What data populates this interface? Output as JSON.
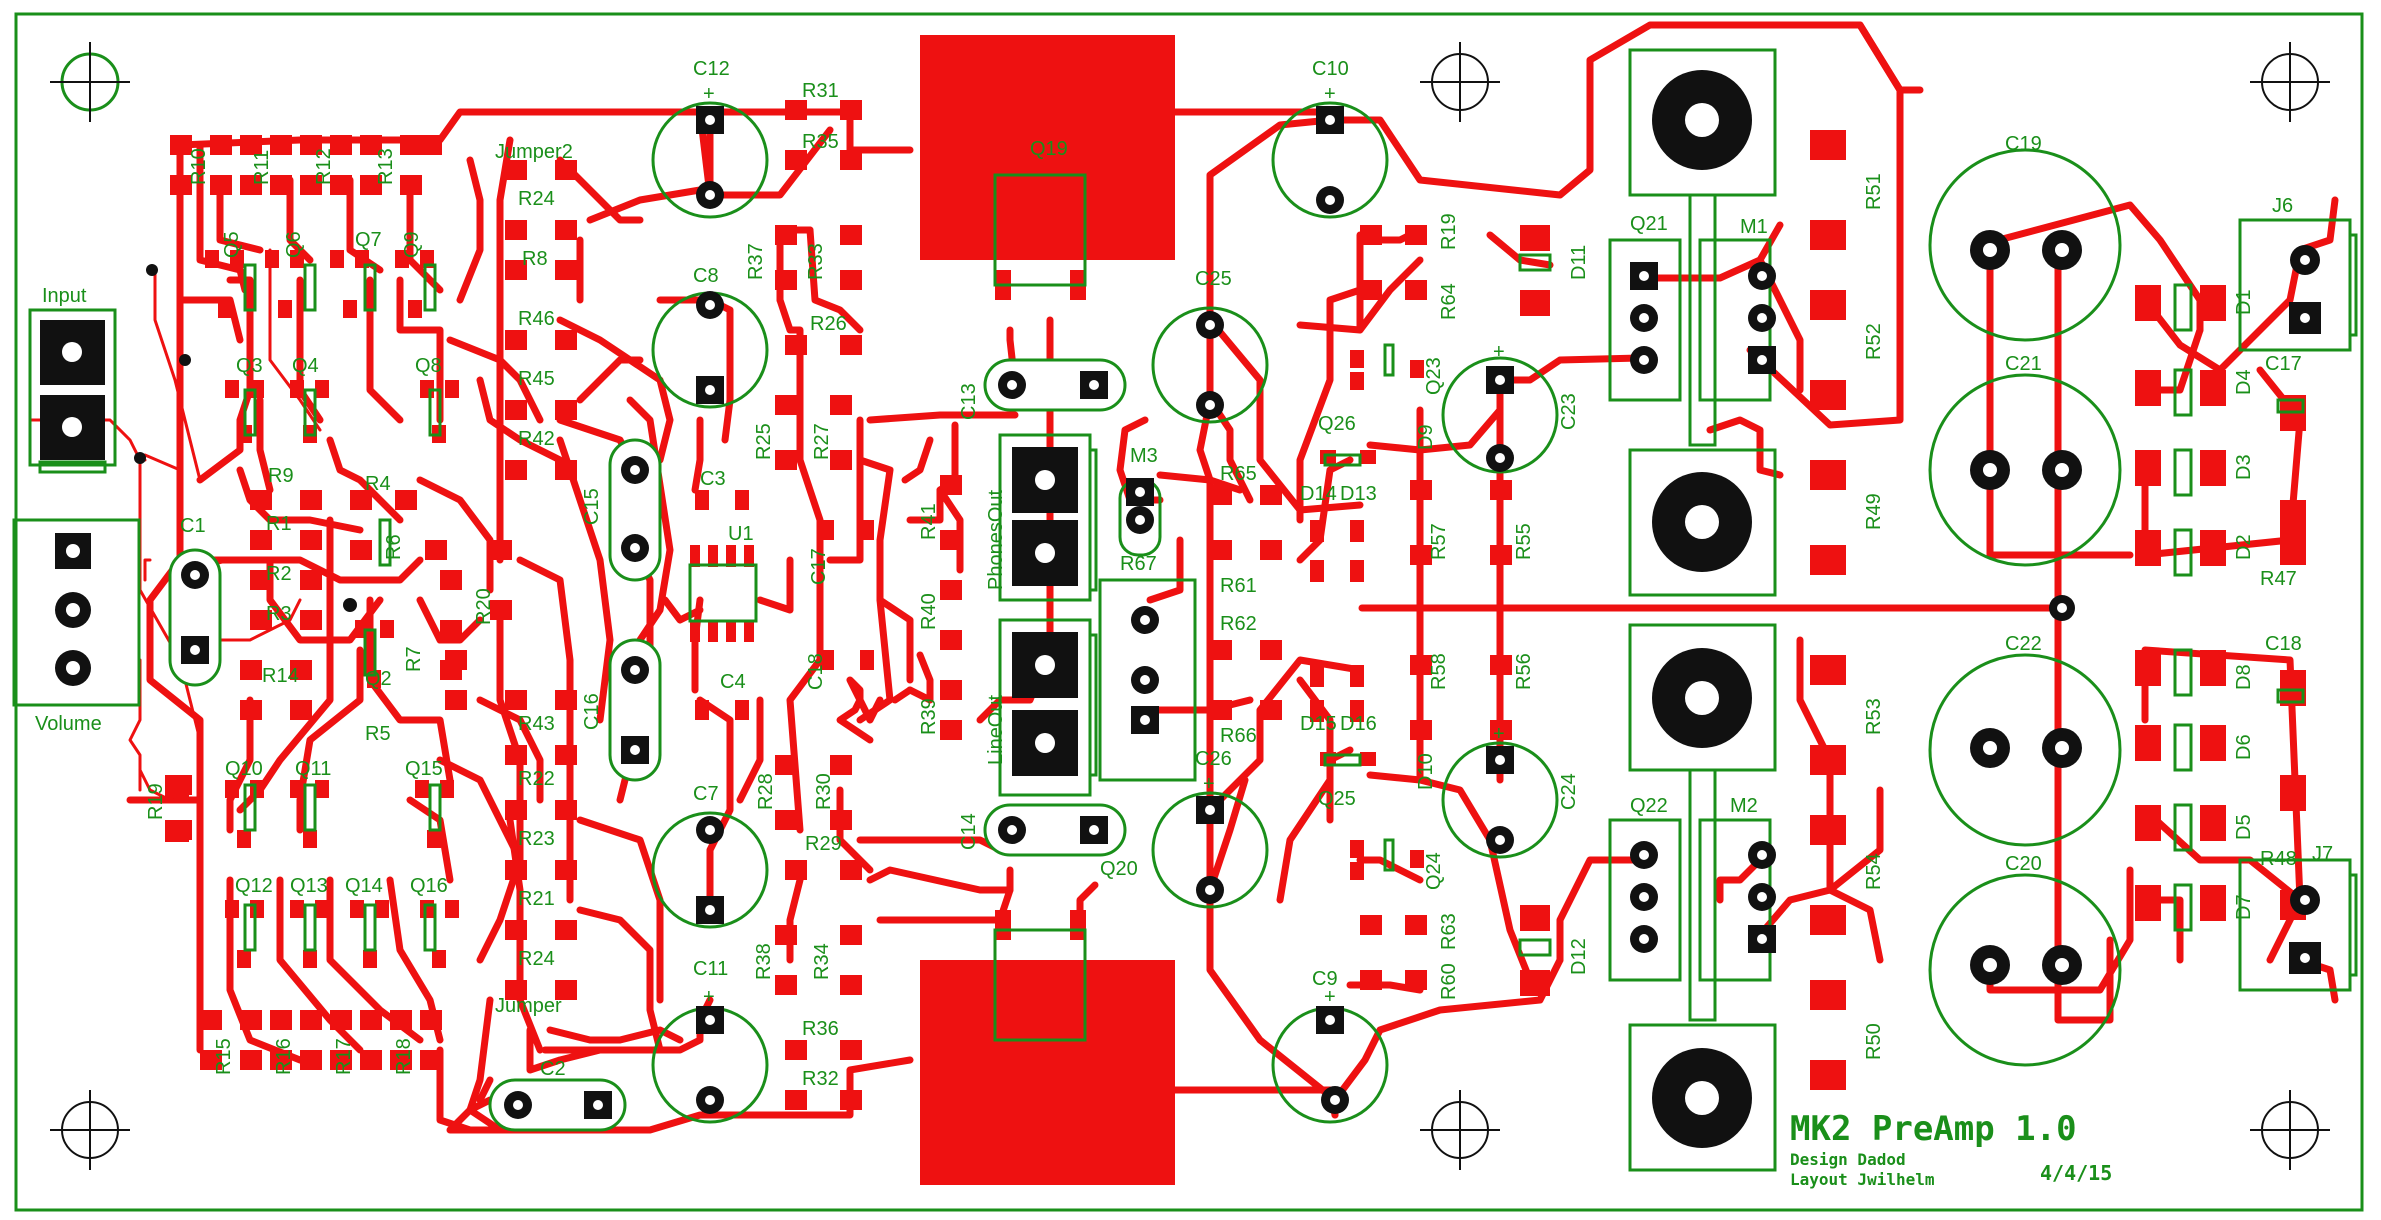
{
  "board": {
    "title": "MK2 PreAmp 1.0",
    "design_line": "Design Dadod",
    "layout_line": "Layout Jwilhelm",
    "date": "4/4/15"
  },
  "connectors": {
    "input": "Input",
    "volume": "Volume",
    "phones_out": "PhonesOut",
    "line_out": "LineOut",
    "j6": "J6",
    "m1": "M1",
    "m2": "M2",
    "m3": "M3"
  },
  "labels": [
    {
      "id": "R10",
      "t": "R10"
    },
    {
      "id": "R11",
      "t": "R11"
    },
    {
      "id": "R12",
      "t": "R12"
    },
    {
      "id": "R13",
      "t": "R13"
    },
    {
      "id": "Q5",
      "t": "Q5"
    },
    {
      "id": "Q6",
      "t": "Q6"
    },
    {
      "id": "Q7",
      "t": "Q7"
    },
    {
      "id": "Q9",
      "t": "Q9"
    },
    {
      "id": "Q3",
      "t": "Q3"
    },
    {
      "id": "Q4",
      "t": "Q4"
    },
    {
      "id": "Q8",
      "t": "Q8"
    },
    {
      "id": "R9",
      "t": "R9"
    },
    {
      "id": "R4",
      "t": "R4"
    },
    {
      "id": "R1",
      "t": "R1"
    },
    {
      "id": "R6",
      "t": "R6"
    },
    {
      "id": "R2",
      "t": "R2"
    },
    {
      "id": "R3",
      "t": "R3"
    },
    {
      "id": "R20",
      "t": "R20"
    },
    {
      "id": "R14",
      "t": "R14"
    },
    {
      "id": "Q2",
      "t": "Q2"
    },
    {
      "id": "R7",
      "t": "R7"
    },
    {
      "id": "R5",
      "t": "R5"
    },
    {
      "id": "C1",
      "t": "C1"
    },
    {
      "id": "Q10",
      "t": "Q10"
    },
    {
      "id": "Q11",
      "t": "Q11"
    },
    {
      "id": "Q15",
      "t": "Q15"
    },
    {
      "id": "R19",
      "t": "R19"
    },
    {
      "id": "Q12",
      "t": "Q12"
    },
    {
      "id": "Q13",
      "t": "Q13"
    },
    {
      "id": "Q14",
      "t": "Q14"
    },
    {
      "id": "Q16",
      "t": "Q16"
    },
    {
      "id": "R15",
      "t": "R15"
    },
    {
      "id": "R16",
      "t": "R16"
    },
    {
      "id": "R17",
      "t": "R17"
    },
    {
      "id": "R18",
      "t": "R18"
    },
    {
      "id": "Jumper2",
      "t": "Jumper2"
    },
    {
      "id": "R24a",
      "t": "R24"
    },
    {
      "id": "R8",
      "t": "R8"
    },
    {
      "id": "R46",
      "t": "R46"
    },
    {
      "id": "R45",
      "t": "R45"
    },
    {
      "id": "R42",
      "t": "R42"
    },
    {
      "id": "R43",
      "t": "R43"
    },
    {
      "id": "R22",
      "t": "R22"
    },
    {
      "id": "R23",
      "t": "R23"
    },
    {
      "id": "R21",
      "t": "R21"
    },
    {
      "id": "R24b",
      "t": "R24"
    },
    {
      "id": "Jumper",
      "t": "Jumper"
    },
    {
      "id": "C2",
      "t": "C2"
    },
    {
      "id": "C12",
      "t": "C12"
    },
    {
      "id": "C8",
      "t": "C8"
    },
    {
      "id": "C15",
      "t": "C15"
    },
    {
      "id": "C3",
      "t": "C3"
    },
    {
      "id": "U1",
      "t": "U1"
    },
    {
      "id": "C4",
      "t": "C4"
    },
    {
      "id": "C16",
      "t": "C16"
    },
    {
      "id": "C7",
      "t": "C7"
    },
    {
      "id": "C11",
      "t": "C11"
    },
    {
      "id": "R31",
      "t": "R31"
    },
    {
      "id": "R35",
      "t": "R35"
    },
    {
      "id": "R37",
      "t": "R37"
    },
    {
      "id": "R33",
      "t": "R33"
    },
    {
      "id": "R26",
      "t": "R26"
    },
    {
      "id": "R25",
      "t": "R25"
    },
    {
      "id": "R27",
      "t": "R27"
    },
    {
      "id": "C17a",
      "t": "C17"
    },
    {
      "id": "C18a",
      "t": "C18"
    },
    {
      "id": "R28",
      "t": "R28"
    },
    {
      "id": "R30",
      "t": "R30"
    },
    {
      "id": "R29",
      "t": "R29"
    },
    {
      "id": "R38",
      "t": "R38"
    },
    {
      "id": "R34",
      "t": "R34"
    },
    {
      "id": "R36",
      "t": "R36"
    },
    {
      "id": "R32",
      "t": "R32"
    },
    {
      "id": "Q19",
      "t": "Q19"
    },
    {
      "id": "Q20",
      "t": "Q20"
    },
    {
      "id": "C13",
      "t": "C13"
    },
    {
      "id": "C14",
      "t": "C14"
    },
    {
      "id": "R41",
      "t": "R41"
    },
    {
      "id": "R40",
      "t": "R40"
    },
    {
      "id": "R39",
      "t": "R39"
    },
    {
      "id": "R67",
      "t": "R67"
    },
    {
      "id": "C10",
      "t": "C10"
    },
    {
      "id": "C25",
      "t": "C25"
    },
    {
      "id": "C26",
      "t": "C26"
    },
    {
      "id": "C9",
      "t": "C9"
    },
    {
      "id": "R65",
      "t": "R65"
    },
    {
      "id": "R61",
      "t": "R61"
    },
    {
      "id": "R62",
      "t": "R62"
    },
    {
      "id": "R66",
      "t": "R66"
    },
    {
      "id": "Q26",
      "t": "Q26"
    },
    {
      "id": "Q25",
      "t": "Q25"
    },
    {
      "id": "D14",
      "t": "D14"
    },
    {
      "id": "D13",
      "t": "D13"
    },
    {
      "id": "D15",
      "t": "D15"
    },
    {
      "id": "D16",
      "t": "D16"
    },
    {
      "id": "R19b",
      "t": "R19"
    },
    {
      "id": "R64",
      "t": "R64"
    },
    {
      "id": "Q23",
      "t": "Q23"
    },
    {
      "id": "D9",
      "t": "D9"
    },
    {
      "id": "R57",
      "t": "R57"
    },
    {
      "id": "R55",
      "t": "R55"
    },
    {
      "id": "R58",
      "t": "R58"
    },
    {
      "id": "R56",
      "t": "R56"
    },
    {
      "id": "D10",
      "t": "D10"
    },
    {
      "id": "Q24",
      "t": "Q24"
    },
    {
      "id": "R63",
      "t": "R63"
    },
    {
      "id": "R60b",
      "t": "R60"
    },
    {
      "id": "C23",
      "t": "C23"
    },
    {
      "id": "C24",
      "t": "C24"
    },
    {
      "id": "D11",
      "t": "D11"
    },
    {
      "id": "D12",
      "t": "D12"
    },
    {
      "id": "Q21",
      "t": "Q21"
    },
    {
      "id": "Q22",
      "t": "Q22"
    },
    {
      "id": "R51",
      "t": "R51"
    },
    {
      "id": "R52",
      "t": "R52"
    },
    {
      "id": "R53",
      "t": "R53"
    },
    {
      "id": "R54",
      "t": "R54"
    },
    {
      "id": "R49",
      "t": "R49"
    },
    {
      "id": "R50",
      "t": "R50"
    },
    {
      "id": "C19",
      "t": "C19"
    },
    {
      "id": "C21",
      "t": "C21"
    },
    {
      "id": "C22",
      "t": "C22"
    },
    {
      "id": "C20",
      "t": "C20"
    },
    {
      "id": "D1",
      "t": "D1"
    },
    {
      "id": "D4",
      "t": "D4"
    },
    {
      "id": "D3",
      "t": "D3"
    },
    {
      "id": "D2",
      "t": "D2"
    },
    {
      "id": "C17b",
      "t": "C17"
    },
    {
      "id": "R47",
      "t": "R47"
    },
    {
      "id": "C18b",
      "t": "C18"
    },
    {
      "id": "D8",
      "t": "D8"
    },
    {
      "id": "D6",
      "t": "D6"
    },
    {
      "id": "D5",
      "t": "D5"
    },
    {
      "id": "D7",
      "t": "D7"
    },
    {
      "id": "R48",
      "t": "R48"
    },
    {
      "id": "J7",
      "t": "J7"
    }
  ],
  "colors": {
    "copper": "#ee1111",
    "silkscreen": "#1a8f1a",
    "drill": "#111111",
    "background": "#ffffff"
  }
}
